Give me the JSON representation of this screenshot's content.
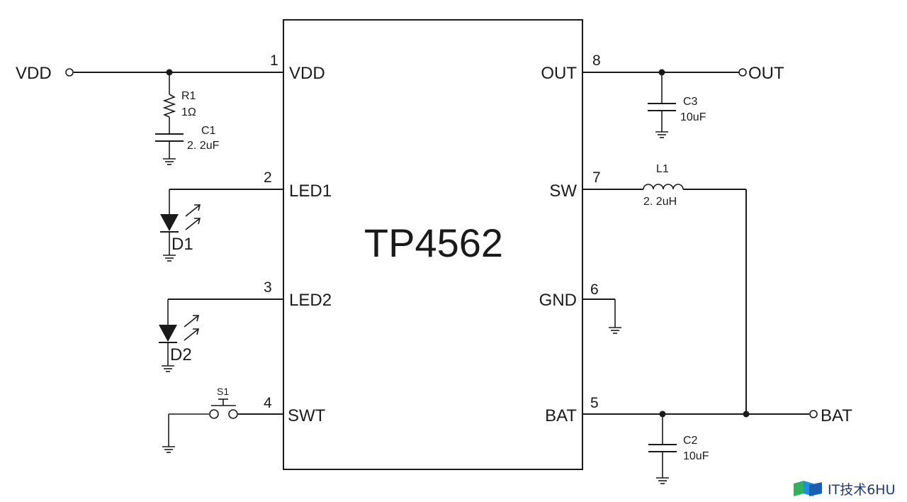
{
  "chip": {
    "name": "TP4562"
  },
  "pins": [
    {
      "num": "1",
      "name": "VDD"
    },
    {
      "num": "2",
      "name": "LED1"
    },
    {
      "num": "3",
      "name": "LED2"
    },
    {
      "num": "4",
      "name": "SWT"
    },
    {
      "num": "5",
      "name": "BAT"
    },
    {
      "num": "6",
      "name": "GND"
    },
    {
      "num": "7",
      "name": "SW"
    },
    {
      "num": "8",
      "name": "OUT"
    }
  ],
  "terminals": {
    "vdd": "VDD",
    "out": "OUT",
    "bat": "BAT"
  },
  "components": {
    "r1": {
      "ref": "R1",
      "value": "1Ω"
    },
    "c1": {
      "ref": "C1",
      "value": "2. 2uF"
    },
    "c2": {
      "ref": "C2",
      "value": "10uF"
    },
    "c3": {
      "ref": "C3",
      "value": "10uF"
    },
    "l1": {
      "ref": "L1",
      "value": "2. 2uH"
    },
    "d1": {
      "ref": "D1"
    },
    "d2": {
      "ref": "D2"
    },
    "s1": {
      "ref": "S1"
    }
  },
  "watermark": {
    "text": "IT技术6HU"
  }
}
